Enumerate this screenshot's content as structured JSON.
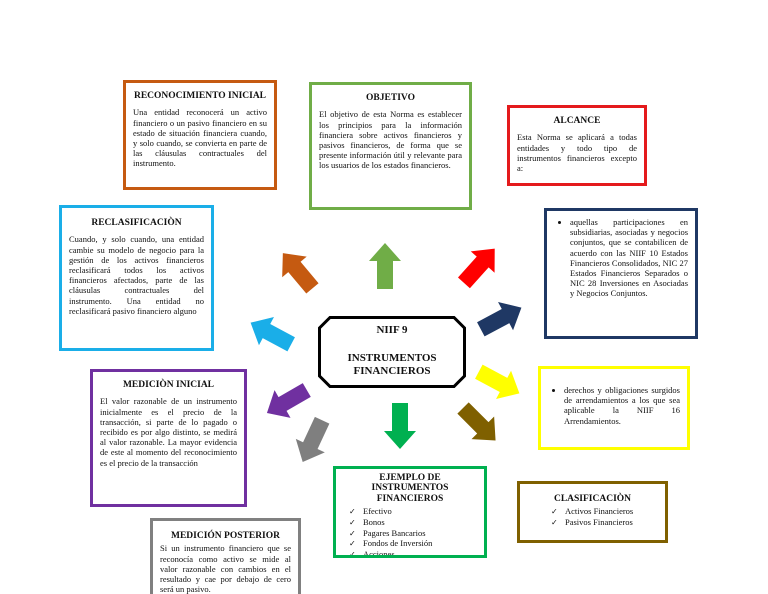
{
  "center": {
    "line1": "NIIF 9",
    "line2": "INSTRUMENTOS",
    "line3": "FINANCIEROS"
  },
  "colors": {
    "reconocimiento": "#c55a11",
    "objetivo": "#70ad47",
    "alcance": "#e41a1c",
    "alcance_list": "#1f3864",
    "reclasificacion": "#1aaee8",
    "medicion_inicial": "#7030a0",
    "medicion_posterior": "#808080",
    "ejemplo": "#00b050",
    "clasificacion": "#7f6000",
    "derechos": "#ffff00"
  },
  "reconocimiento": {
    "title": "RECONOCIMIENTO INICIAL",
    "text": "Una entidad reconocerá un activo financiero o un pasivo financiero en su estado de situación financiera cuando, y solo cuando, se convierta en parte de las cláusulas contractuales del instrumento."
  },
  "objetivo": {
    "title": "OBJETIVO",
    "text": "El objetivo de esta Norma es establecer los principios para la información financiera sobre activos financieros y pasivos financieros, de forma que se presente información útil y relevante para los usuarios de los estados financieros."
  },
  "alcance": {
    "title": "ALCANCE",
    "text": "Esta Norma se aplicará a todas entidades y todo tipo de instrumentos financieros excepto a:"
  },
  "alcance_list": {
    "items": [
      "aquellas participaciones en subsidiarias, asociadas y negocios conjuntos, que se contabilicen de acuerdo con las NIIF 10 Estados Financieros Consolidados, NIC 27 Estados Financieros Separados o NIC 28 Inversiones en Asociadas y Negocios Conjuntos."
    ]
  },
  "reclasificacion": {
    "title": "RECLASIFICACIÒN",
    "text": "Cuando, y solo cuando, una entidad cambie su modelo de negocio para la gestión de los activos financieros reclasificará todos los activos financieros afectados, parte de las cláusulas contractuales del instrumento. Una entidad no reclasificará pasivo financiero alguno"
  },
  "derechos": {
    "items": [
      "derechos y obligaciones surgidos de arrendamientos a los que sea aplicable la NIIF 16 Arrendamientos."
    ]
  },
  "medicion_inicial": {
    "title": "MEDICIÒN INICIAL",
    "text": "El valor razonable de un instrumento inicialmente es el precio de la transacción, si parte de lo pagado o recibido es por algo distinto, se medirá al valor razonable. La mayor evidencia de este al momento del reconocimiento es el precio de la transacción"
  },
  "ejemplo": {
    "title": "EJEMPLO DE INSTRUMENTOS FINANCIEROS",
    "items": [
      "Efectivo",
      "Bonos",
      "Pagares Bancarios",
      "Fondos de Inversión",
      "Acciones"
    ]
  },
  "clasificacion": {
    "title": "CLASIFICACIÒN",
    "items": [
      "Activos Financieros",
      "Pasivos Financieros"
    ]
  },
  "medicion_posterior": {
    "title": "MEDICIÓN POSTERIOR",
    "text": "Si un instrumento financiero que se reconocía como activo se mide al valor razonable con cambios en el resultado y cae por debajo de cero será un pasivo."
  }
}
